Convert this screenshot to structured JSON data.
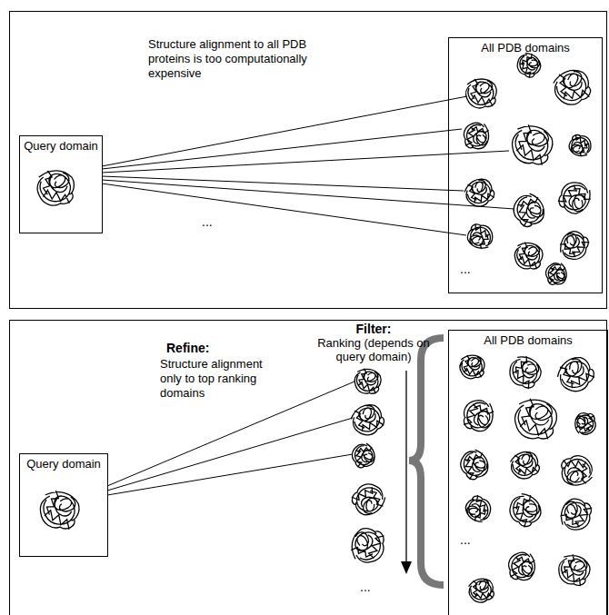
{
  "diagram": {
    "nodes": [
      {
        "text": [
          "Structure alignment to all PDB proteins is too computationally expensive"
        ]
      },
      {
        "text": [
          "Query domain"
        ],
        "in": 0
      },
      {
        "text": [
          "All PDB domains"
        ],
        "in": 0
      },
      {
        "text": [
          "Refine:",
          "Structure alignment only to top ranking domains",
          "Filter:",
          "Ranking (depends on query domain)"
        ]
      },
      {
        "text": [
          "Query domain"
        ],
        "in": 3
      },
      {
        "text": [
          "All PDB domains"
        ],
        "in": 3
      }
    ],
    "labels": [
      "...",
      "...",
      "...",
      "..."
    ]
  }
}
